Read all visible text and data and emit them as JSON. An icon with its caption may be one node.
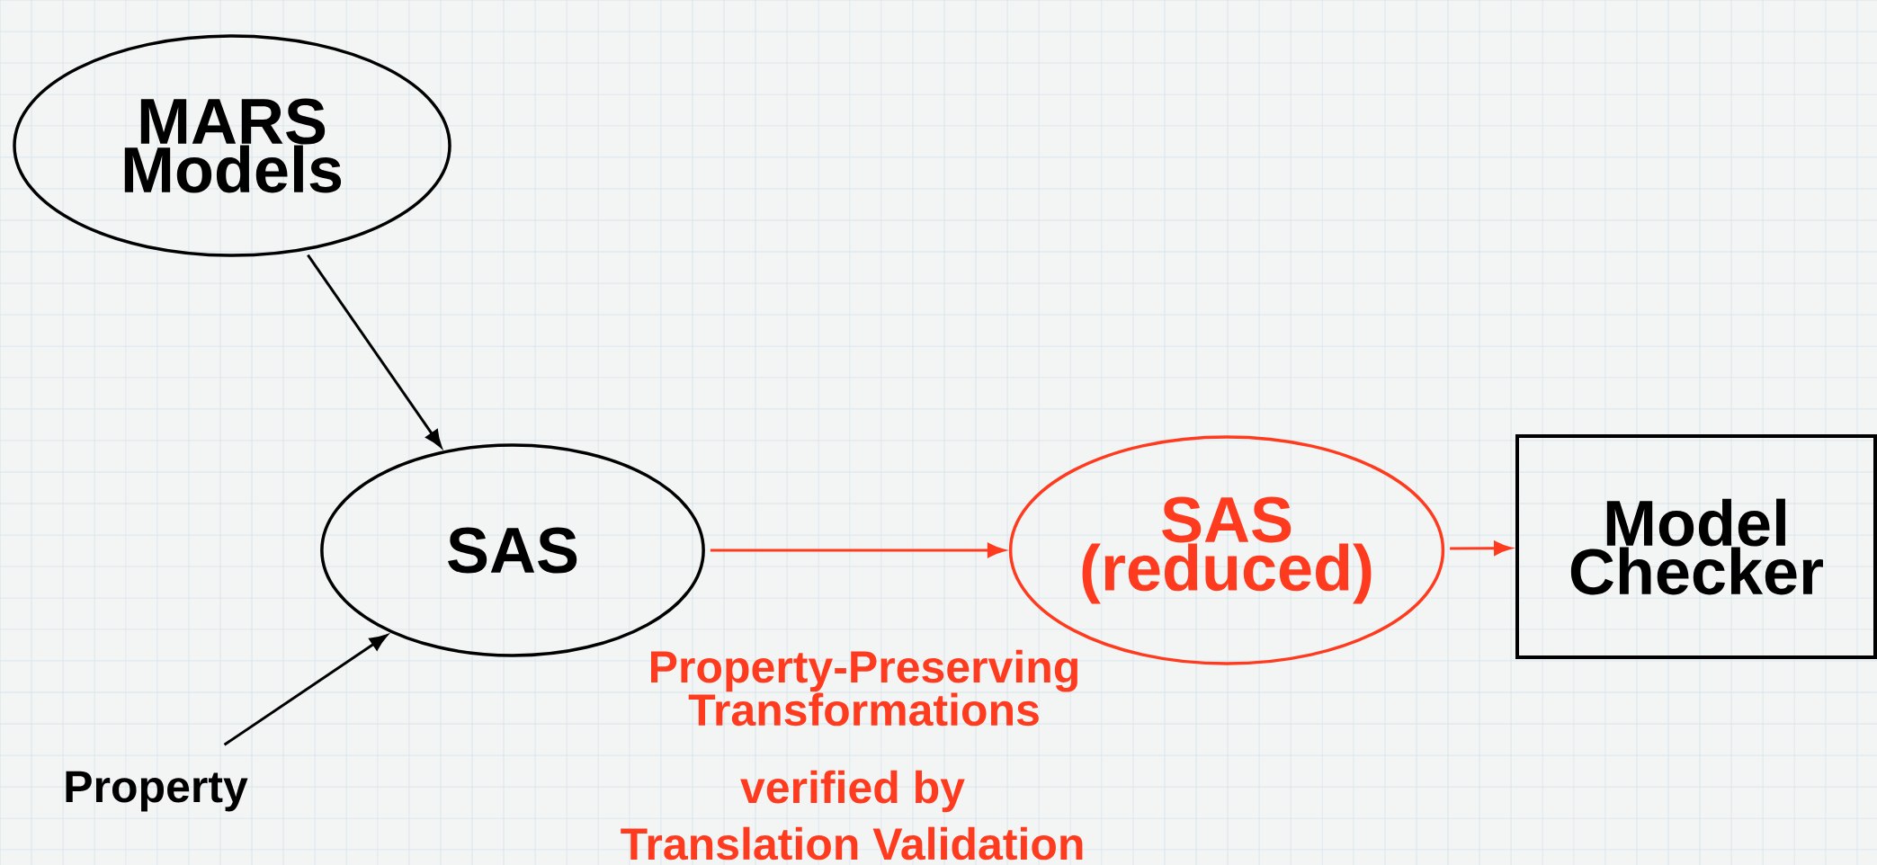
{
  "diagram": {
    "nodes": [
      {
        "text": [
          "MARS Models"
        ]
      },
      {
        "text": [
          "SAS"
        ]
      },
      {
        "text": [
          "SAS (reduced)"
        ]
      },
      {
        "text": [
          "Model Checker"
        ]
      },
      {
        "text": [
          "Property"
        ]
      }
    ],
    "edges": [
      {
        "from": 0,
        "to": 1,
        "arrow": "to"
      },
      {
        "from": 4,
        "to": 1,
        "arrow": "to"
      },
      {
        "from": 1,
        "to": 2,
        "arrow": "to",
        "color": "#ff3b1f"
      },
      {
        "from": 2,
        "to": 3,
        "arrow": "to",
        "color": "#ff3b1f"
      }
    ],
    "labels": [
      "Property-Preserving Transformations",
      "verified by",
      "Translation Validation"
    ]
  }
}
